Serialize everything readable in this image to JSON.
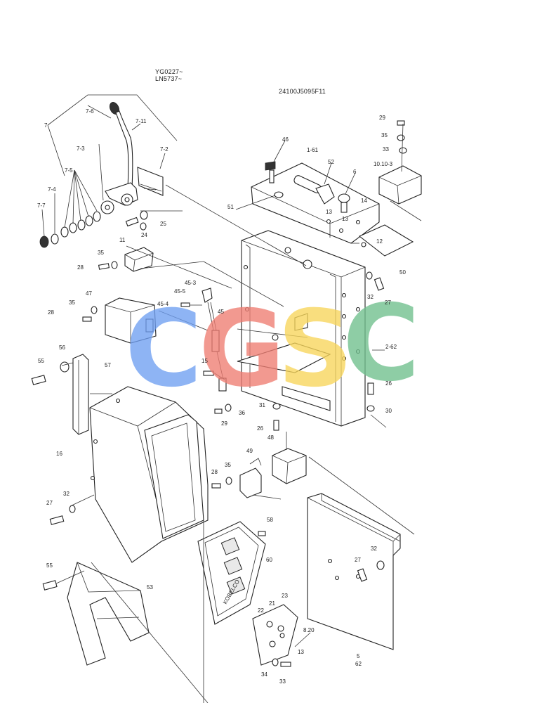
{
  "header": {
    "serial_1": "YG0227~",
    "serial_2": "LN5737~",
    "drawing_no": "24100J5095F11"
  },
  "watermark": {
    "letters": [
      "C",
      "G",
      "S",
      "C"
    ],
    "colors": [
      "#6f9ff2",
      "#ef7d72",
      "#f8d65a",
      "#6fbf8d"
    ]
  },
  "panel_text": "KOBELCO",
  "labels": {
    "l_7_6": "7-6",
    "l_7_11": "7-11",
    "l_7": "7",
    "l_7_3": "7-3",
    "l_7_2": "7-2",
    "l_7_5": "7-5",
    "l_7_4": "7-4",
    "l_7_7": "7-7",
    "l_24": "24",
    "l_25": "25",
    "l_11": "11",
    "l_35a": "35",
    "l_28a": "28",
    "l_47": "47",
    "l_35b": "35",
    "l_28b": "28",
    "l_45_3": "45-3",
    "l_45_5": "45-5",
    "l_45_4": "45-4",
    "l_45": "45",
    "l_15": "15",
    "l_55a": "55",
    "l_56": "56",
    "l_57": "57",
    "l_16": "16",
    "l_32a": "32",
    "l_27a": "27",
    "l_55b": "55",
    "l_53": "53",
    "l_36": "36",
    "l_29a": "29",
    "l_31": "31",
    "l_26a": "26",
    "l_49": "49",
    "l_48": "48",
    "l_28c": "28",
    "l_35c": "35",
    "l_58": "58",
    "l_60": "60",
    "l_21": "21",
    "l_22": "22",
    "l_23": "23",
    "l_8_20": "8.20",
    "l_13c": "13",
    "l_34": "34",
    "l_33b": "33",
    "l_29b": "29",
    "l_35d": "35",
    "l_33a": "33",
    "l_10": "10.10-3",
    "l_46": "46",
    "l_1_61": "1-61",
    "l_52": "52",
    "l_6": "6",
    "l_51": "51",
    "l_13a": "13",
    "l_13b": "13",
    "l_14": "14",
    "l_12": "12",
    "l_50": "50",
    "l_32b": "32",
    "l_27b": "27",
    "l_2_62": "2-62",
    "l_26b": "26",
    "l_30": "30",
    "l_32c": "32",
    "l_27c": "27",
    "l_5": "5",
    "l_62": "62"
  }
}
